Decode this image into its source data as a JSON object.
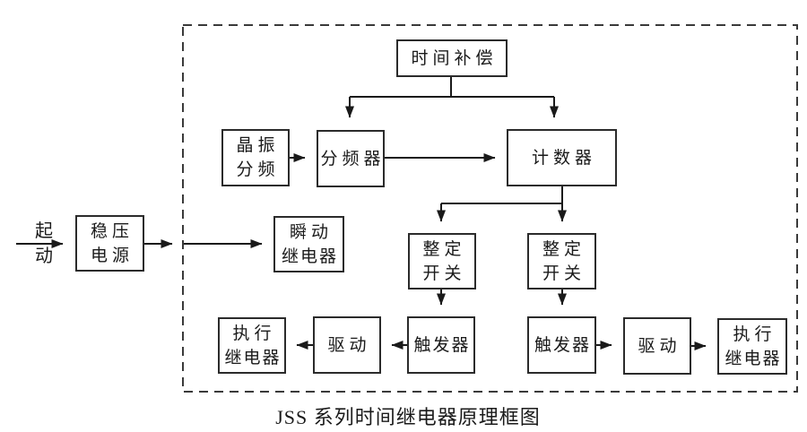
{
  "diagram": {
    "caption": "JSS 系列时间继电器原理框图",
    "start_label": {
      "line1": "起",
      "line2": "动"
    },
    "boxes": {
      "time_compensation": {
        "label": "时间补偿"
      },
      "crystal_divider": {
        "line1": "晶振",
        "line2": "分频"
      },
      "frequency_divider": {
        "label": "分频器"
      },
      "counter": {
        "label": "计数器"
      },
      "regulated_power": {
        "line1": "稳压",
        "line2": "电源"
      },
      "instant_relay": {
        "line1": "瞬动",
        "line2": "继电器"
      },
      "setting_switch_left": {
        "line1": "整定",
        "line2": "开关"
      },
      "setting_switch_right": {
        "line1": "整定",
        "line2": "开关"
      },
      "trigger_left": {
        "label": "触发器"
      },
      "trigger_right": {
        "label": "触发器"
      },
      "drive_left": {
        "label": "驱动"
      },
      "drive_right": {
        "label": "驱动"
      },
      "exec_relay_left": {
        "line1": "执行",
        "line2": "继电器"
      },
      "exec_relay_right": {
        "line1": "执行",
        "line2": "继电器"
      }
    },
    "colors": {
      "line": "#1a1a1a",
      "box_border": "#2b2b2b",
      "background": "#ffffff"
    }
  }
}
